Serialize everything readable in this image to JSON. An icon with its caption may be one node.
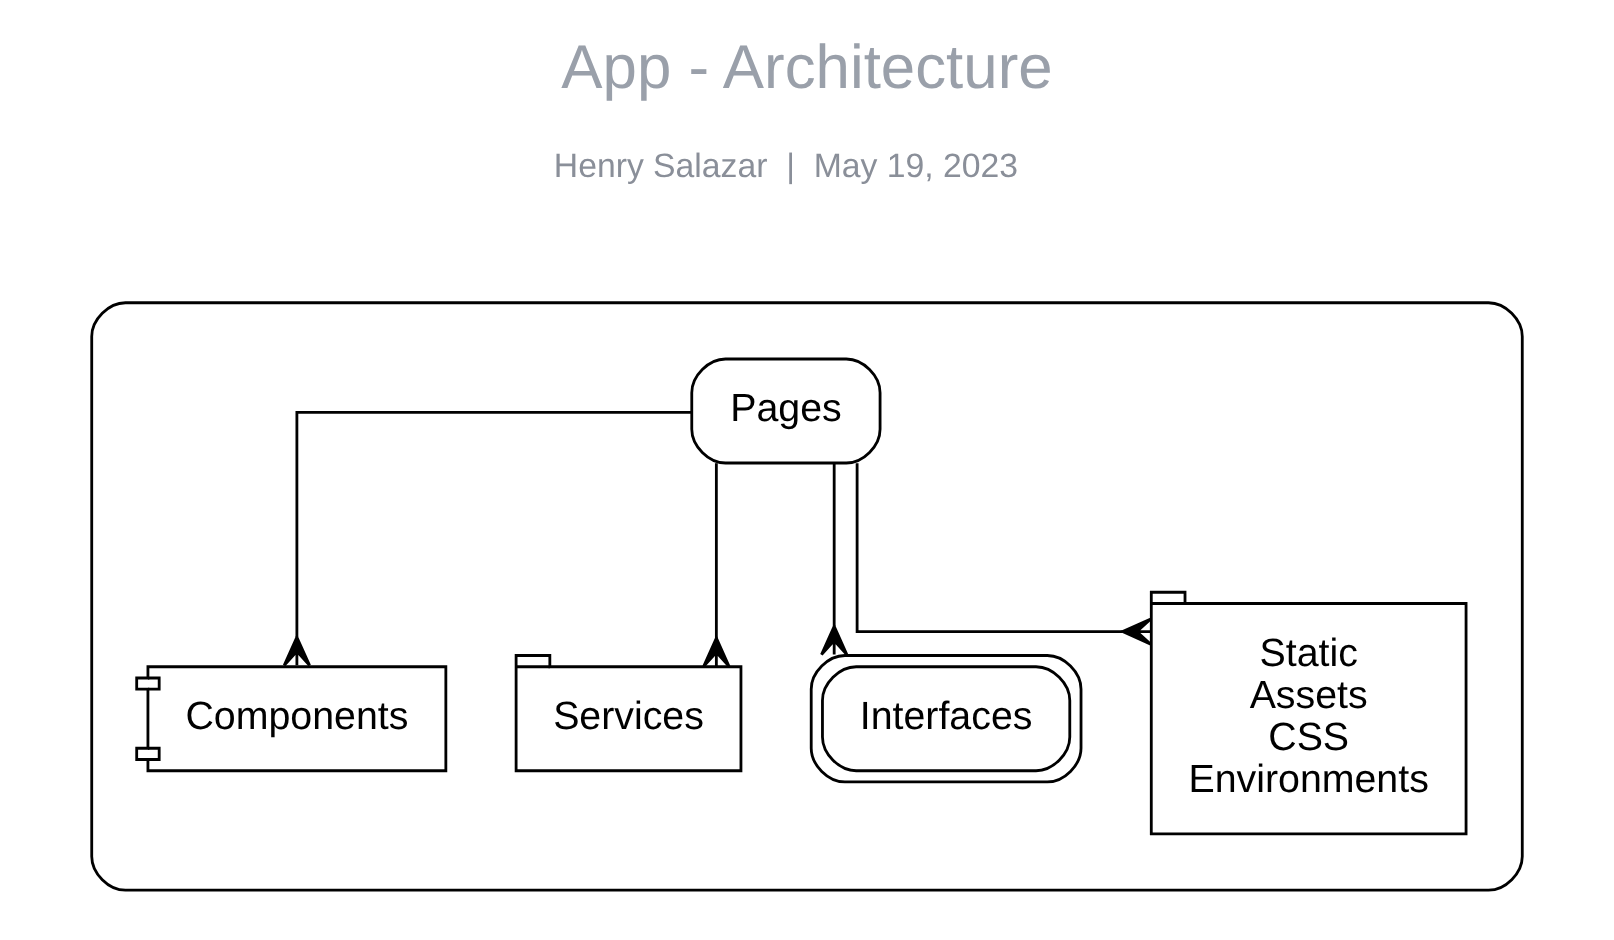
{
  "diagram": {
    "title": "App - Architecture",
    "nodes": [
      {
        "text": [],
        "shape": "box"
      },
      {
        "text": [
          "Pages"
        ],
        "in": 0
      },
      {
        "text": [
          "Components"
        ],
        "in": 0
      },
      {
        "text": [
          "Services"
        ],
        "in": 0
      },
      {
        "text": [
          "Interfaces"
        ],
        "in": 0
      },
      {
        "text": [
          "Static",
          "Assets",
          "CSS",
          "Environments"
        ],
        "in": 0
      }
    ],
    "edges": [
      {
        "from": 1,
        "to": 2,
        "arrow": "other"
      },
      {
        "from": 1,
        "to": 3,
        "arrow": "other"
      },
      {
        "from": 1,
        "to": 4,
        "arrow": "other"
      },
      {
        "from": 1,
        "to": 5,
        "arrow": "other"
      }
    ],
    "labels": [
      "Henry Salazar  |  May 19, 2023"
    ]
  }
}
